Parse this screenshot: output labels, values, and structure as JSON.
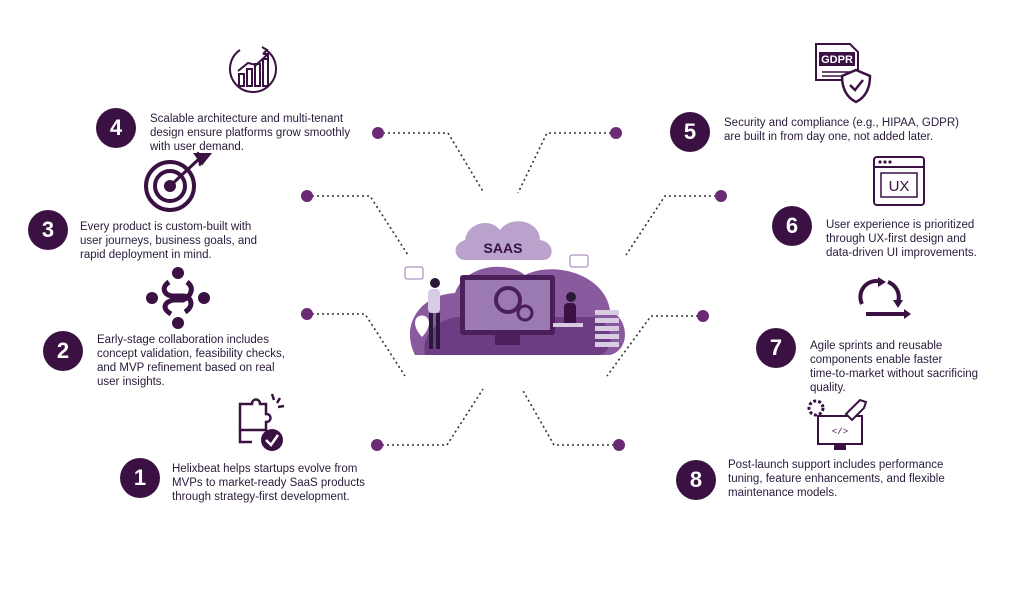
{
  "center": {
    "cloud_label": "SAAS"
  },
  "icons": {
    "gdpr_label": "GDPR",
    "ux_label": "UX"
  },
  "steps": [
    {
      "number": "1",
      "icon": "puzzle-check-icon",
      "lines": [
        "Helixbeat helps startups evolve from",
        "MVPs to market-ready SaaS products",
        "through strategy-first development."
      ]
    },
    {
      "number": "2",
      "icon": "collaboration-knot-icon",
      "lines": [
        "Early-stage collaboration includes",
        "concept validation, feasibility checks,",
        "and MVP refinement based on real",
        "user insights."
      ]
    },
    {
      "number": "3",
      "icon": "target-arrow-icon",
      "lines": [
        "Every product is custom-built with",
        "user journeys, business goals, and",
        "rapid deployment in mind."
      ]
    },
    {
      "number": "4",
      "icon": "growth-chart-icon",
      "lines": [
        "Scalable architecture and multi-tenant",
        "design ensure platforms grow smoothly",
        "with user demand."
      ]
    },
    {
      "number": "5",
      "icon": "gdpr-shield-icon",
      "lines": [
        "Security and compliance (e.g., HIPAA, GDPR)",
        "are built in from day one, not added later."
      ]
    },
    {
      "number": "6",
      "icon": "ux-window-icon",
      "lines": [
        "User experience is prioritized",
        "through UX-first design and",
        "data-driven UI improvements."
      ]
    },
    {
      "number": "7",
      "icon": "agile-cycle-icon",
      "lines": [
        "Agile sprints and reusable",
        "components enable faster",
        "time-to-market without sacrificing",
        "quality."
      ]
    },
    {
      "number": "8",
      "icon": "rocket-monitor-icon",
      "lines": [
        "Post-launch support includes performance",
        "tuning, feature enhancements, and flexible",
        "maintenance models."
      ]
    }
  ],
  "colors": {
    "primary": "#3a1142",
    "accent": "#7a3d86",
    "light": "#b9a3cc",
    "dot": "#6a2a74"
  }
}
